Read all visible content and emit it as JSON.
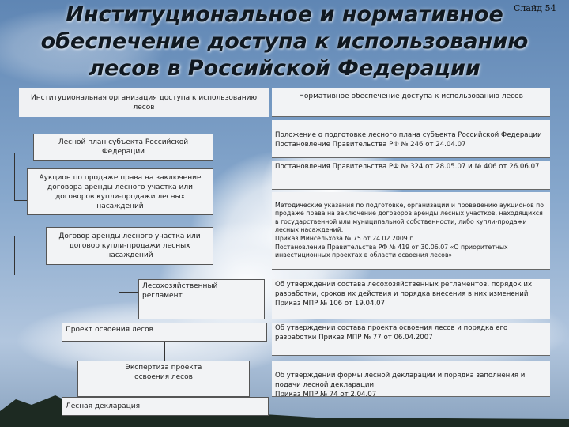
{
  "slide": {
    "title": "Институциональное и нормативное обеспечение доступа к использованию лесов в Российской Федерации",
    "title_lines": [
      "Институциональное и нормативное",
      "обеспечение доступа к использованию",
      "лесов в Российской Федерации"
    ],
    "slide_number": "Слайд 54"
  },
  "left_header": "Институциональная организация доступа к использованию лесов",
  "right_header": "Нормативное обеспечение доступа к использованию лесов",
  "left_boxes": [
    "Лесной план субъекта Российской Федерации",
    "Аукцион по продаже права на заключение договора аренды лесного участка или договоров купли-продажи лесных насаждений",
    "Договор аренды лесного участка или договор купли-продажи лесных насаждений",
    "Лесохозяйственный регламент",
    "Проект освоения лесов",
    "Экспертиза проекта освоения лесов",
    "Лесная декларация"
  ],
  "right_boxes": [
    "Положение о подготовке лесного плана субъекта Российской Федерации\nПостановление Правительства РФ № 246 от 24.04.07",
    "Постановления Правительства РФ № 324 от 28.05.07 и № 406 от 26.06.07",
    "Методические указания по подготовке, организации и проведению аукционов по продаже права на заключение договоров аренды лесных участков, находящихся в государственной или муниципальной собственности, либо купли-продажи лесных насаждений.\nПриказ Минсельхоза № 75 от 24.02.2009 г.\nПостановление Правительства РФ № 419 от 30.06.07 «О приоритетных инвестиционных проектах в области освоения лесов»",
    "Об утверждении состава лесохозяйственных регламентов, порядок их разработки, сроков их действия и порядка внесения в них изменений  Приказ МПР № 106 от 19.04.07",
    "Об утверждении состава проекта освоения лесов и порядка его разработки  Приказ МПР № 77 от 06.04.2007",
    "Об утверждении формы лесной декларации и порядка заполнения и подачи лесной декларации\nПриказ МПР № 74 от 2.04.07"
  ]
}
